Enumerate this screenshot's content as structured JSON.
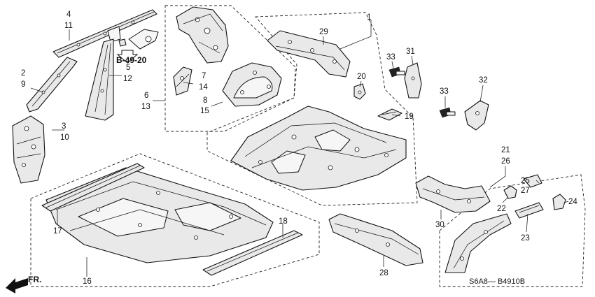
{
  "diagram": {
    "labels": {
      "1": "1",
      "2": "2",
      "3": "3",
      "4": "4",
      "5": "5",
      "6": "6",
      "7": "7",
      "8": "8",
      "9": "9",
      "10": "10",
      "11": "11",
      "12": "12",
      "13": "13",
      "14": "14",
      "15": "15",
      "16": "16",
      "17": "17",
      "18": "18",
      "19": "19",
      "20": "20",
      "21": "21",
      "22": "22",
      "23": "23",
      "24": "24",
      "25": "25",
      "26": "26",
      "27": "27",
      "28": "28",
      "29": "29",
      "30": "30",
      "31": "31",
      "32": "32",
      "33a": "33",
      "33b": "33"
    },
    "reference": "B-49-20",
    "direction_label": "FR.",
    "diagram_code": "S6A8— B4910B"
  }
}
